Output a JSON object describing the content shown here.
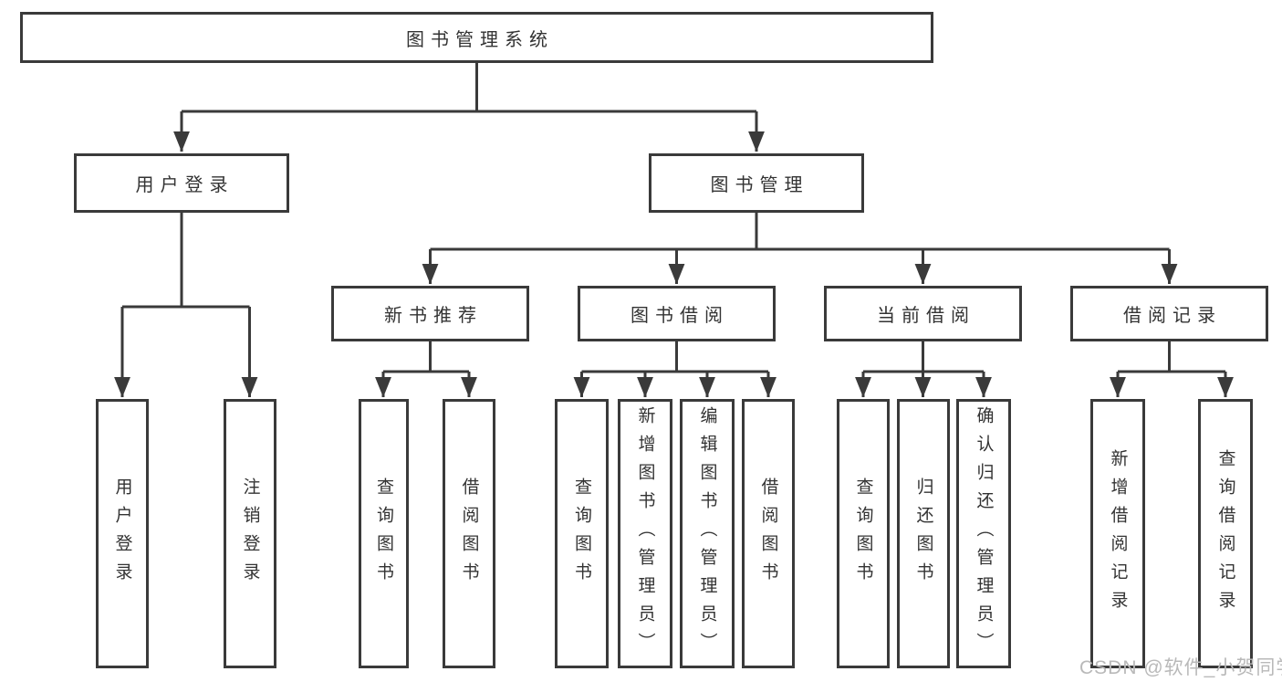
{
  "root": {
    "label": "图书管理系统"
  },
  "level2": {
    "user_login": "用户登录",
    "book_mgmt": "图书管理"
  },
  "level3": {
    "new_books": "新书推荐",
    "book_borrow": "图书借阅",
    "current_borrow": "当前借阅",
    "borrow_records": "借阅记录"
  },
  "leaves": {
    "user_login": [
      "用户登录",
      "注销登录"
    ],
    "new_books": [
      "查询图书",
      "借阅图书"
    ],
    "book_borrow": [
      "查询图书",
      "新增图书（管理员）",
      "编辑图书（管理员）",
      "借阅图书"
    ],
    "current_borrow": [
      "查询图书",
      "归还图书",
      "确认归还（管理员）"
    ],
    "borrow_records": [
      "新增借阅记录",
      "查询借阅记录"
    ]
  },
  "watermark": "CSDN @软件_小贺同学",
  "colors": {
    "line": "#3a3a3a",
    "text": "#333333",
    "watermark": "#b9b9b9"
  }
}
